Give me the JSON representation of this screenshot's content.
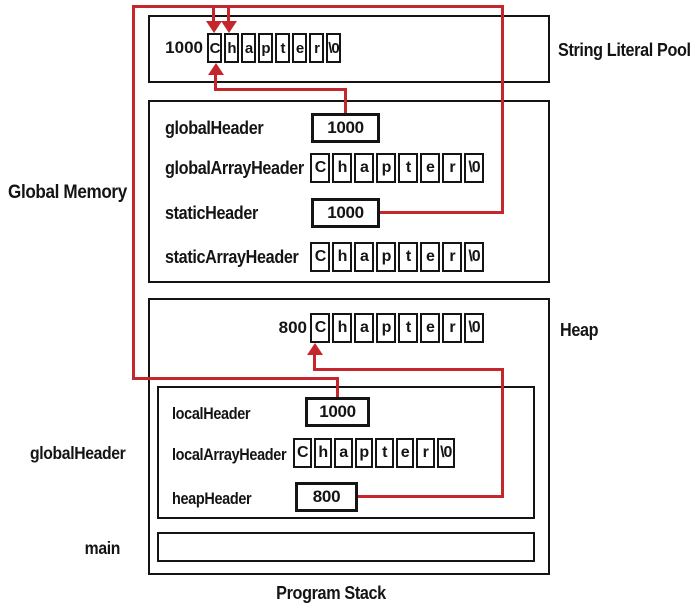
{
  "labels": {
    "string_literal_pool": "String Literal Pool",
    "global_memory": "Global Memory",
    "heap": "Heap",
    "program_stack": "Program Stack",
    "frame_global_header": "globalHeader",
    "frame_main": "main"
  },
  "pool_row": {
    "address": "1000",
    "cells": [
      "C",
      "h",
      "a",
      "p",
      "t",
      "e",
      "r",
      "\\0"
    ]
  },
  "global_memory_rows": {
    "global_header": {
      "label": "globalHeader",
      "value": "1000"
    },
    "global_array_header": {
      "label": "globalArrayHeader",
      "cells": [
        "C",
        "h",
        "a",
        "p",
        "t",
        "e",
        "r",
        "\\0"
      ]
    },
    "static_header": {
      "label": "staticHeader",
      "value": "1000"
    },
    "static_array_header": {
      "label": "staticArrayHeader",
      "cells": [
        "C",
        "h",
        "a",
        "p",
        "t",
        "e",
        "r",
        "\\0"
      ]
    }
  },
  "heap_row": {
    "address": "800",
    "cells": [
      "C",
      "h",
      "a",
      "p",
      "t",
      "e",
      "r",
      "\\0"
    ]
  },
  "stack_rows": {
    "local_header": {
      "label": "localHeader",
      "value": "1000"
    },
    "local_array_header": {
      "label": "localArrayHeader",
      "cells": [
        "C",
        "h",
        "a",
        "p",
        "t",
        "e",
        "r",
        "\\0"
      ]
    },
    "heap_header": {
      "label": "heapHeader",
      "value": "800"
    }
  },
  "colors": {
    "arrow": "#c5262c",
    "border": "#141414"
  }
}
